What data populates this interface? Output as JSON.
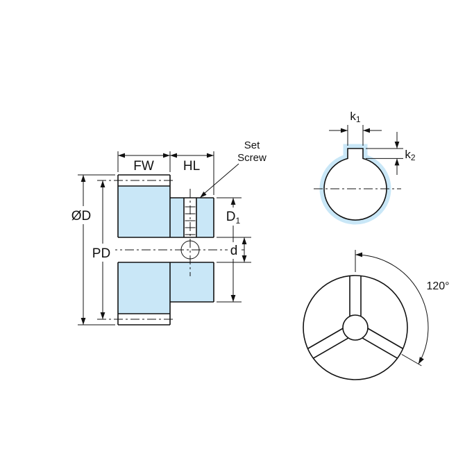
{
  "colors": {
    "section_fill": "#c9e7f7",
    "line": "#111111",
    "background": "#ffffff"
  },
  "side_view": {
    "face_width_label": "FW",
    "hub_length_label": "HL",
    "outer_diameter_label": "ØD",
    "pitch_diameter_label": "PD",
    "hub_diameter_label": {
      "base": "D",
      "sub": "1"
    },
    "bore_diameter_label": "d",
    "set_screw_callout": {
      "line1": "Set",
      "line2": "Screw"
    }
  },
  "keyway_view": {
    "keyway_width_label": {
      "base": "k",
      "sub": "1"
    },
    "keyway_depth_label": {
      "base": "k",
      "sub": "2"
    }
  },
  "pattern_view": {
    "angle_label": "120°"
  }
}
